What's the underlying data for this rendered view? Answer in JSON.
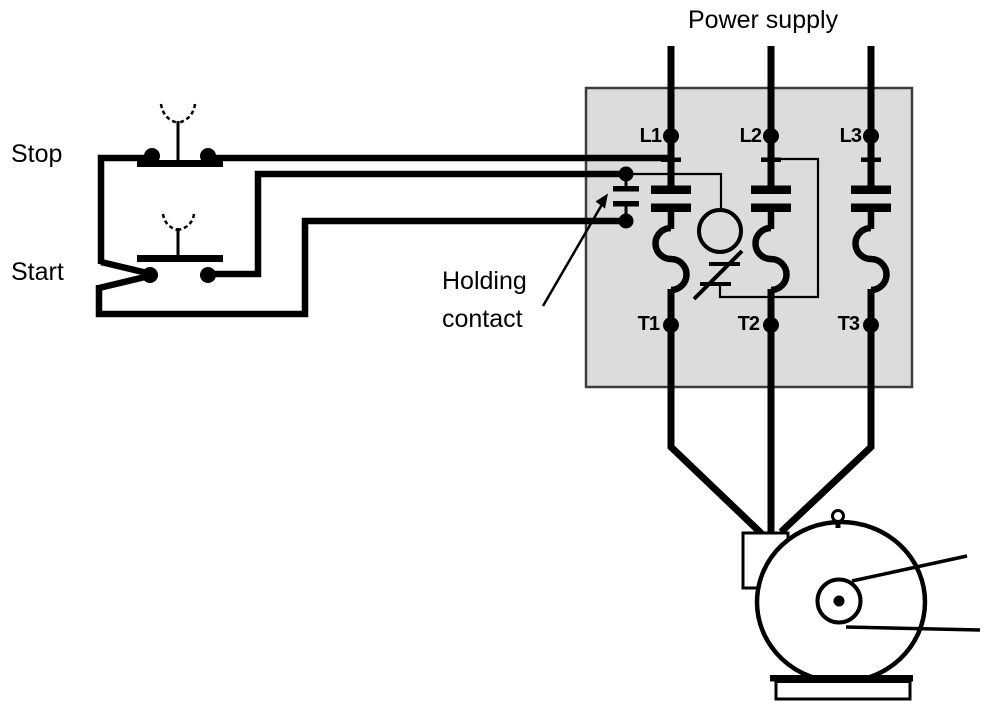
{
  "title_labels": {
    "power_supply": "Power supply",
    "stop": "Stop",
    "start": "Start",
    "holding_line1": "Holding",
    "holding_line2": "contact"
  },
  "contactor": {
    "line_terminals": [
      "L1",
      "L2",
      "L3"
    ],
    "load_terminals": [
      "T1",
      "T2",
      "T3"
    ]
  },
  "icons": [
    "stop-pushbutton-nc-icon",
    "start-pushbutton-no-icon",
    "holding-contact-icon",
    "contactor-coil-icon",
    "overload-trip-icon",
    "overload-heater-icon",
    "motor-icon",
    "belt-drive-icon",
    "annotation-arrow-icon"
  ],
  "colors": {
    "wire": "#000000",
    "box-fill": "#dcdcdc",
    "box-border": "#3c3c3c",
    "bg": "#ffffff"
  }
}
